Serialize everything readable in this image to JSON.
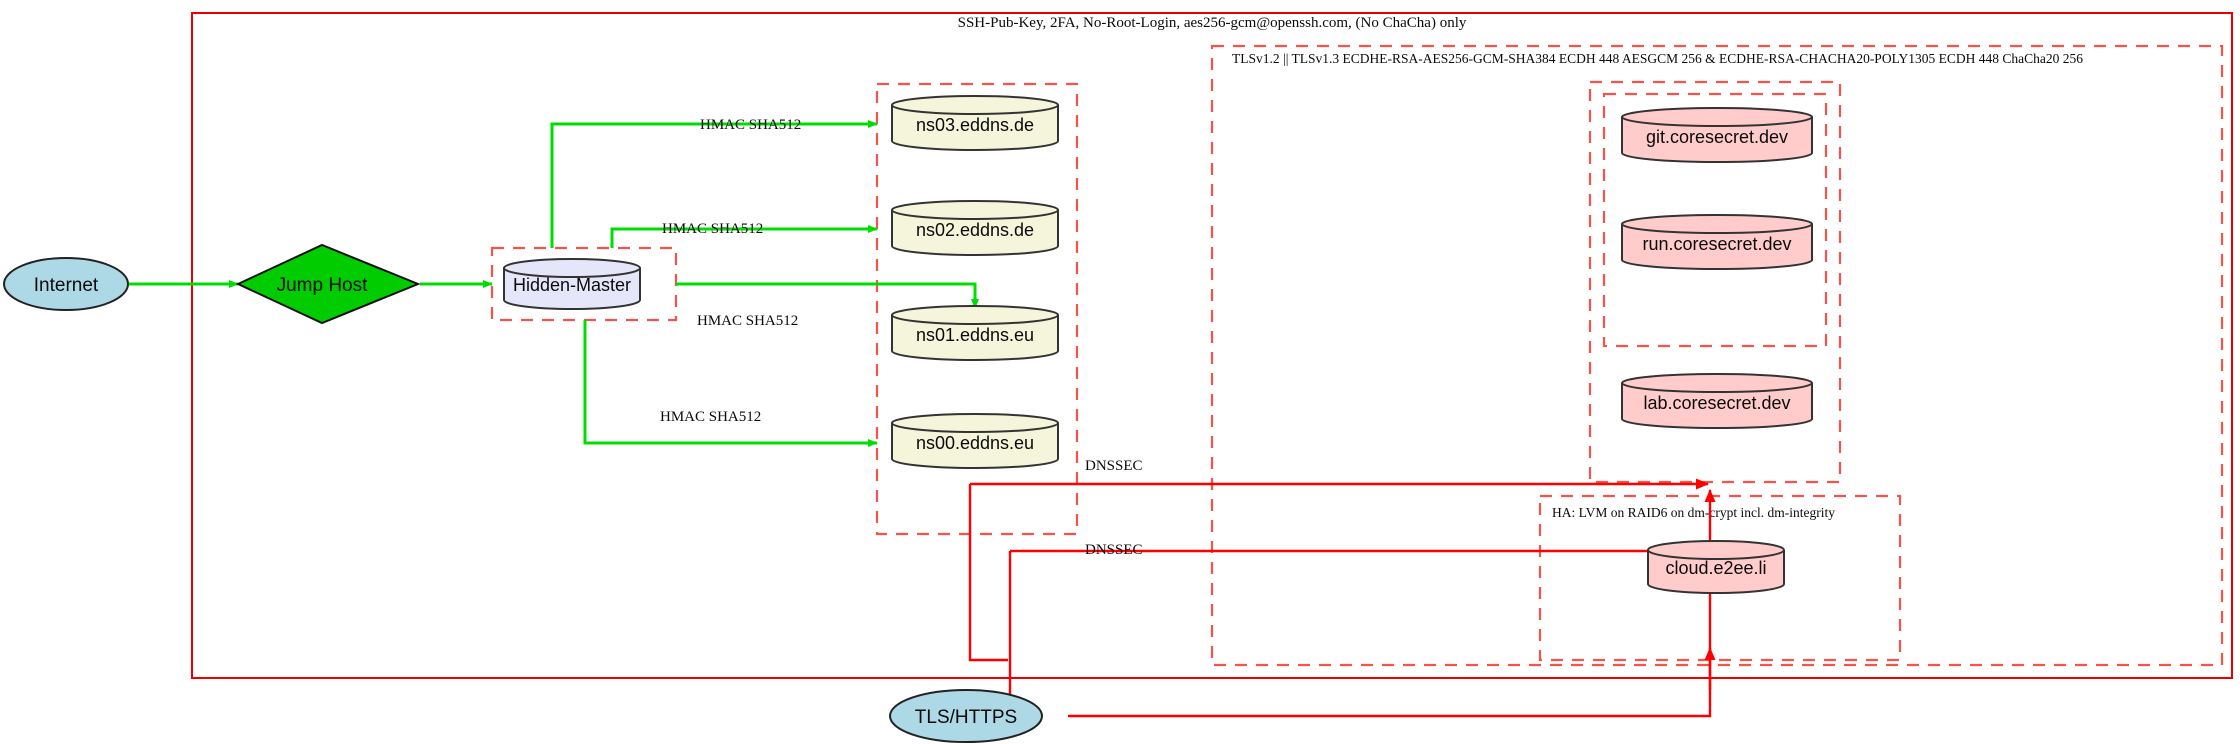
{
  "diagram": {
    "title_top": "SSH-Pub-Key, 2FA, No-Root-Login, aes256-gcm@openssh.com, (No ChaCha) only",
    "tls_cluster_label": "TLSv1.2 || TLSv1.3 ECDHE-RSA-AES256-GCM-SHA384 ECDH 448 AESGCM 256 & ECDHE-RSA-CHACHA20-POLY1305 ECDH 448 ChaCha20 256",
    "ha_cluster_label": "HA: LVM on RAID6 on dm-crypt incl. dm-integrity",
    "colors": {
      "boundary_red": "#ee0000",
      "dashed_red": "#f4544a",
      "edge_green": "#00dd00",
      "edge_red": "#ff0000",
      "internet_fill": "#add8e6",
      "jumphost_fill": "#00cc00",
      "hidden_master_fill": "#e6e6fa",
      "dns_fill": "#f5f5dc",
      "service_fill": "#ffcccb",
      "stroke_dark": "#333333"
    },
    "nodes": {
      "internet": {
        "label": "Internet",
        "shape": "ellipse"
      },
      "jump_host": {
        "label": "Jump Host",
        "shape": "diamond"
      },
      "hidden_master": {
        "label": "Hidden-Master",
        "shape": "cylinder"
      },
      "ns03": {
        "label": "ns03.eddns.de",
        "shape": "cylinder"
      },
      "ns02": {
        "label": "ns02.eddns.de",
        "shape": "cylinder"
      },
      "ns01": {
        "label": "ns01.eddns.eu",
        "shape": "cylinder"
      },
      "ns00": {
        "label": "ns00.eddns.eu",
        "shape": "cylinder"
      },
      "git": {
        "label": "git.coresecret.dev",
        "shape": "cylinder"
      },
      "run": {
        "label": "run.coresecret.dev",
        "shape": "cylinder"
      },
      "lab": {
        "label": "lab.coresecret.dev",
        "shape": "cylinder"
      },
      "cloud": {
        "label": "cloud.e2ee.li",
        "shape": "cylinder"
      },
      "tls_https": {
        "label": "TLS/HTTPS",
        "shape": "ellipse"
      }
    },
    "edge_labels": {
      "hmac_ns03": "HMAC SHA512",
      "hmac_ns02": "HMAC SHA512",
      "hmac_ns01": "HMAC SHA512",
      "hmac_ns00": "HMAC SHA512",
      "dnssec_upper": "DNSSEC",
      "dnssec_lower": "DNSSEC"
    }
  }
}
